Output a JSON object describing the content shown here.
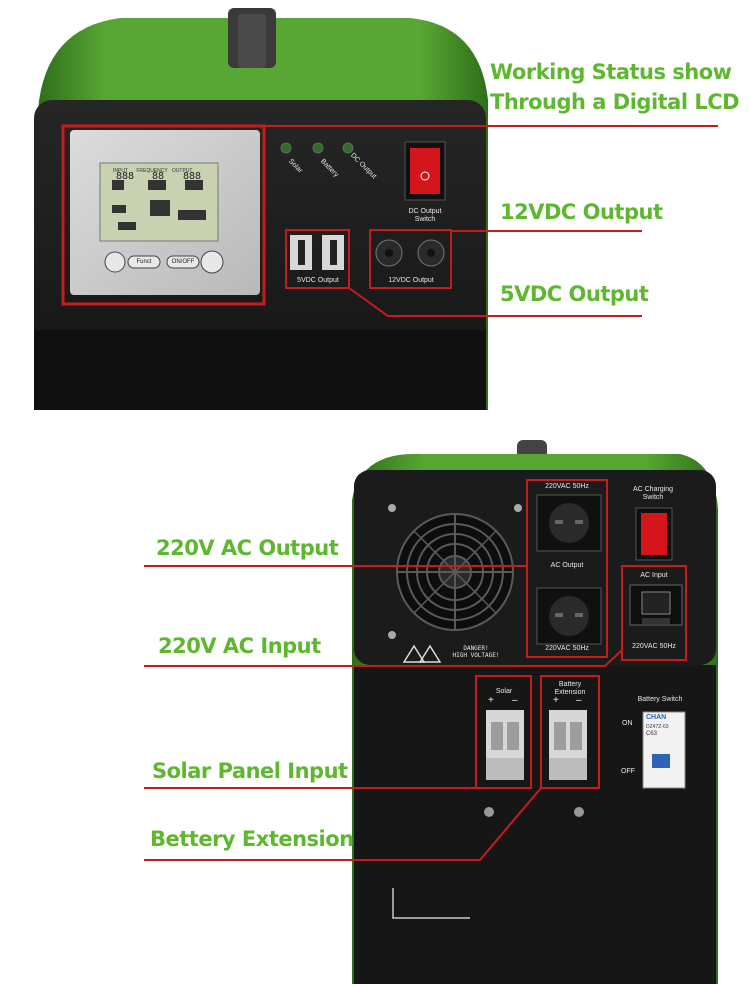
{
  "callouts": {
    "lcd_line1": "Working Status show",
    "lcd_line2": "Through a Digital LCD",
    "dc12": "12VDC Output",
    "dc5": "5VDC Output",
    "ac_output": "220V AC Output",
    "ac_input": "220V AC Input",
    "solar_input": "Solar Panel Input",
    "battery_ext": "Bettery Extension"
  },
  "front_panel": {
    "lcd_header": [
      "INPUT",
      "FREQUENCY",
      "OUTPUT"
    ],
    "lcd_digits": [
      "888",
      "88",
      "888"
    ],
    "btn_funct": "Funct",
    "btn_onoff": "ON/OFF",
    "leds": [
      "Solar",
      "Battery",
      "DC Output"
    ],
    "dc_switch_label_1": "DC Output",
    "dc_switch_label_2": "Switch",
    "usb_label": "5VDC Output",
    "dc_label": "12VDC Output"
  },
  "back_panel": {
    "socket_top_label": "220VAC 50Hz",
    "ac_output_label": "AC Output",
    "socket_bottom_label": "220VAC 50Hz",
    "ac_charging_1": "AC Charging",
    "ac_charging_2": "Switch",
    "ac_input_label": "AC Input",
    "ac_input_rating": "220VAC 50Hz",
    "danger_1": "DANGER!",
    "danger_2": "HIGH VOLTAGE!",
    "solar_label": "Solar",
    "battery_ext_1": "Battery",
    "battery_ext_2": "Extension",
    "plus": "+",
    "minus": "–",
    "battery_switch": "Battery Switch",
    "on": "ON",
    "off": "OFF",
    "breaker_brand": "CHAN",
    "breaker_model": "DZ47Z-63",
    "breaker_rating": "C63"
  },
  "colors": {
    "callout_green": "#5fb72f",
    "callout_red": "#c81c1c",
    "case_green": "#4f9a2e",
    "panel_black": "#1a1a1a"
  }
}
